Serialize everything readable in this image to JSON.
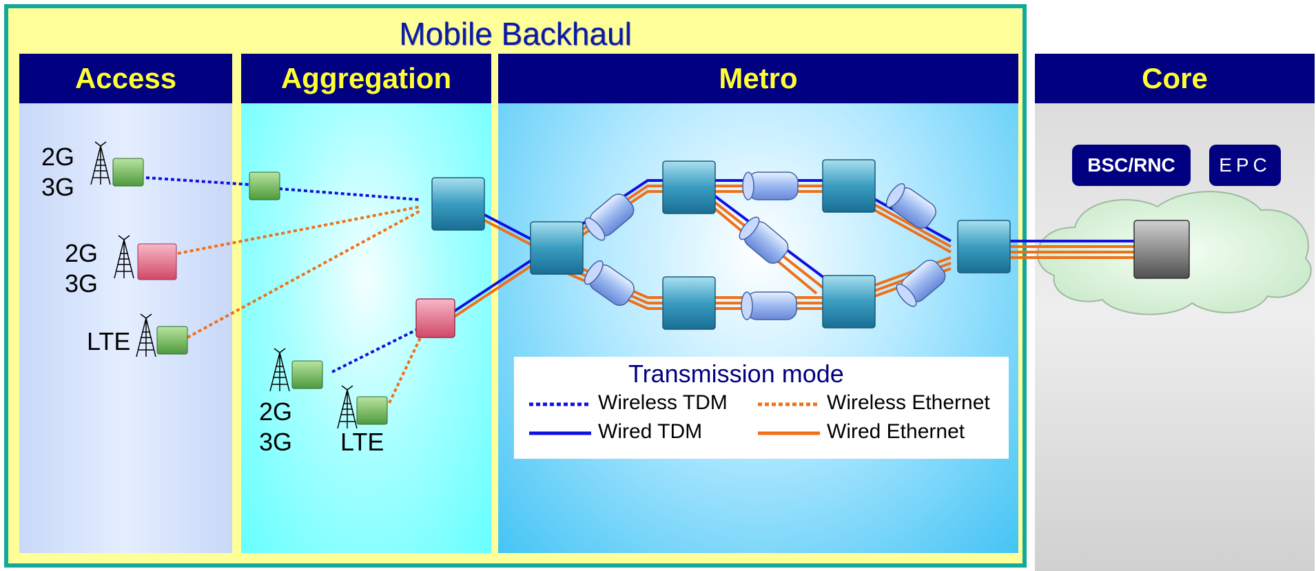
{
  "title": "Mobile Backhaul",
  "columns": {
    "access": "Access",
    "aggregation": "Aggregation",
    "metro": "Metro",
    "core": "Core"
  },
  "access_sites": {
    "site1": [
      "2G",
      "3G"
    ],
    "site2": [
      "2G",
      "3G"
    ],
    "site3": "LTE"
  },
  "aggregation_sites": {
    "site1": [
      "2G",
      "3G"
    ],
    "site2": "LTE"
  },
  "core_elements": {
    "bsc_rnc": "BSC/RNC",
    "epc": "EPC"
  },
  "legend": {
    "title": "Transmission mode",
    "items": [
      {
        "label": "Wireless TDM",
        "color": "#1010e0",
        "style": "dotted"
      },
      {
        "label": "Wireless Ethernet",
        "color": "#f07018",
        "style": "dotted"
      },
      {
        "label": "Wired TDM",
        "color": "#1010e0",
        "style": "solid"
      },
      {
        "label": "Wired Ethernet",
        "color": "#f07018",
        "style": "solid"
      }
    ]
  },
  "colors": {
    "frame": "#12a89a",
    "frame_fill": "#ffff9a",
    "header": "#000080",
    "header_text": "#ffff33",
    "tdm": "#1010e0",
    "ethernet": "#f07018"
  }
}
